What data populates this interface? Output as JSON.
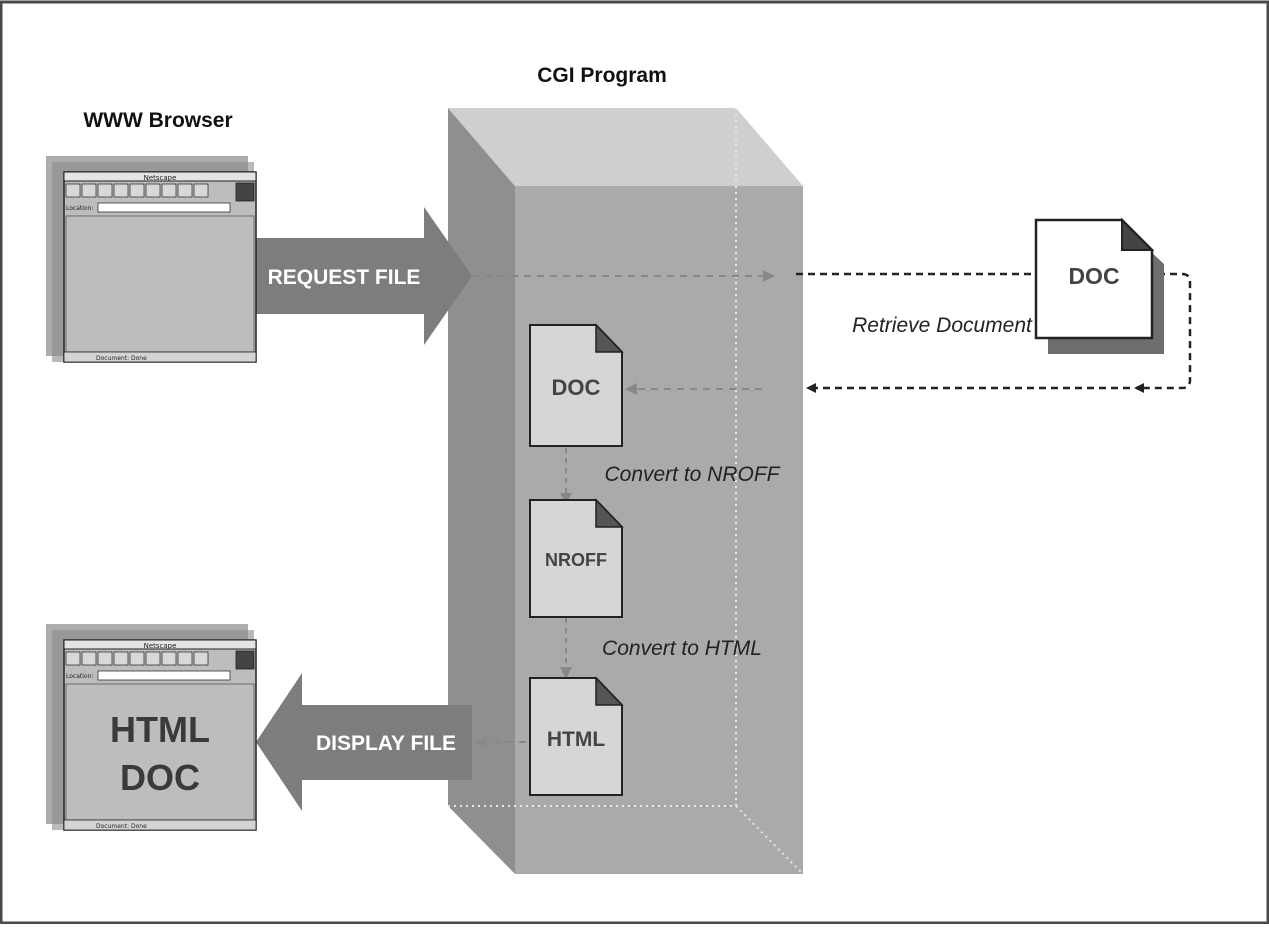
{
  "labels": {
    "cgi_program": "CGI Program",
    "www_browser": "WWW Browser",
    "request_file": "REQUEST FILE",
    "display_file": "DISPLAY FILE",
    "retrieve_document": "Retrieve Document",
    "convert_nroff": "Convert to NROFF",
    "convert_html": "Convert to HTML"
  },
  "documents": {
    "external_doc": "DOC",
    "doc": "DOC",
    "nroff": "NROFF",
    "html": "HTML"
  },
  "browser_top": {
    "title": "Netscape",
    "location_label": "Location:",
    "status": "Document: Done"
  },
  "browser_bottom": {
    "title": "Netscape",
    "location_label": "Location:",
    "content_line1": "HTML",
    "content_line2": "DOC",
    "status": "Document: Done"
  },
  "colors": {
    "box_front": "#aaaaaa",
    "box_side": "#8f8f8f",
    "box_top": "#cfcfcf",
    "arrow": "#7d7d7d",
    "doc_fill": "#d6d6d6"
  }
}
